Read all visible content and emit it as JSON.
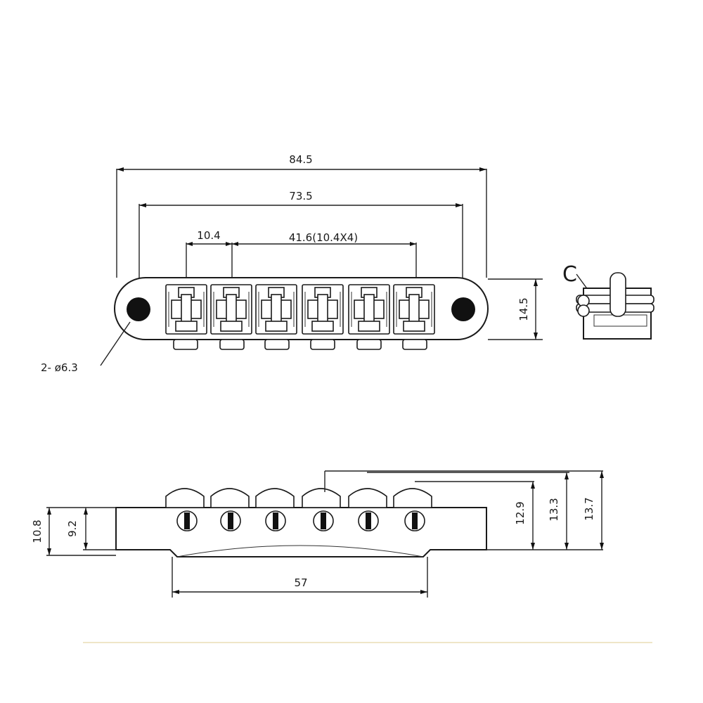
{
  "top_view": {
    "overall_length": "84.5",
    "stud_spacing": "73.5",
    "string_spacing": "10.4",
    "total_string_spread": "41.6(10.4X4)",
    "body_width": "14.5",
    "hole_callout": "2- ø6.3"
  },
  "front_view": {
    "left_height_outer": "10.8",
    "left_height_inner": "9.2",
    "saddle_height_1": "12.9",
    "saddle_height_2": "13.3",
    "saddle_height_3": "13.7",
    "base_length": "57"
  },
  "side_view": {
    "clip_symbol": "C"
  }
}
